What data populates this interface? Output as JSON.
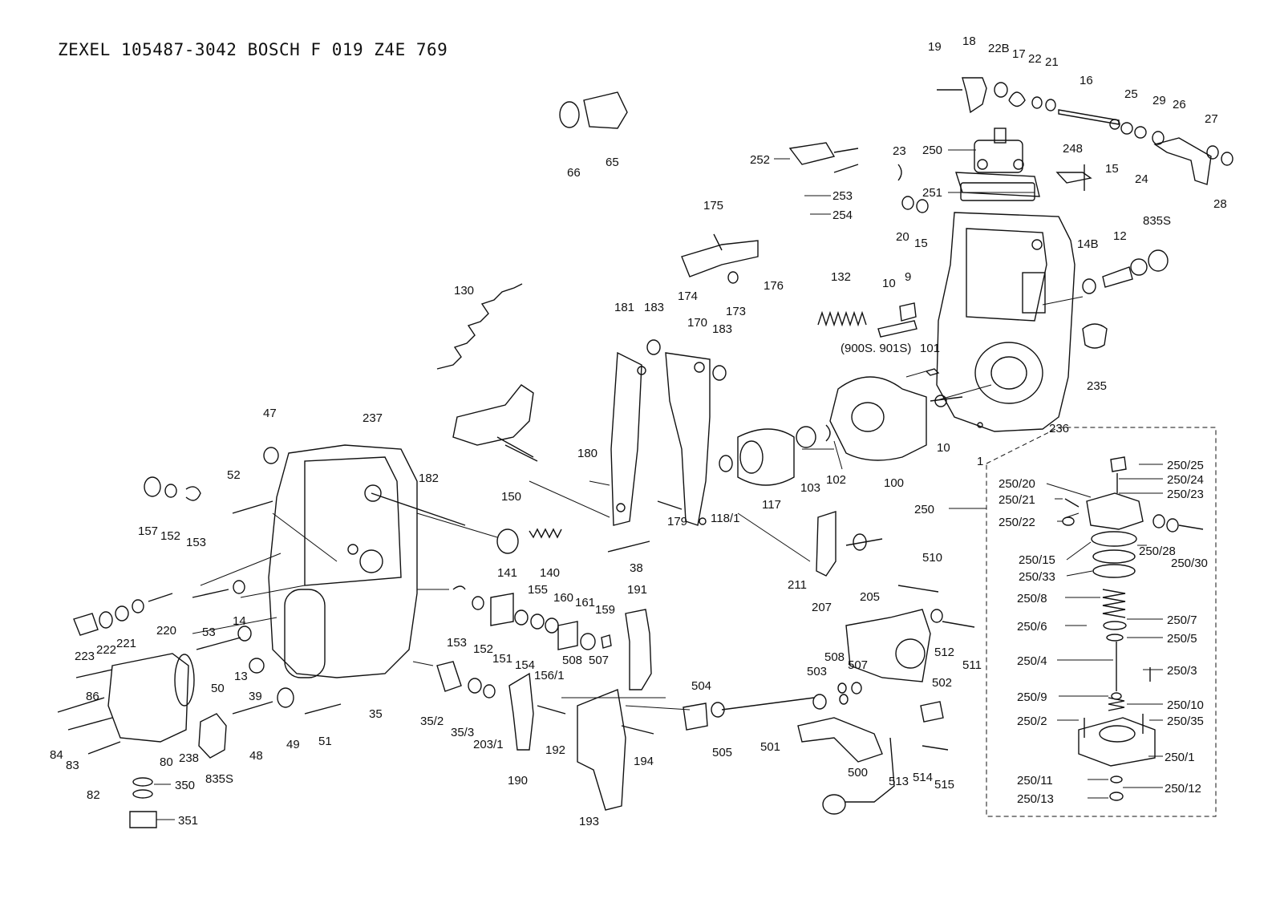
{
  "title": "ZEXEL  105487-3042  BOSCH  F 019 Z4E 769",
  "callouts": [
    {
      "id": "c19",
      "text": "19"
    },
    {
      "id": "c18",
      "text": "18"
    },
    {
      "id": "c22b",
      "text": "22B"
    },
    {
      "id": "c17",
      "text": "17"
    },
    {
      "id": "c22",
      "text": "22"
    },
    {
      "id": "c21",
      "text": "21"
    },
    {
      "id": "c16",
      "text": "16"
    },
    {
      "id": "c25",
      "text": "25"
    },
    {
      "id": "c29",
      "text": "29"
    },
    {
      "id": "c26",
      "text": "26"
    },
    {
      "id": "c27",
      "text": "27"
    },
    {
      "id": "c28",
      "text": "28"
    },
    {
      "id": "c24",
      "text": "24"
    },
    {
      "id": "c15a",
      "text": "15"
    },
    {
      "id": "c248",
      "text": "248"
    },
    {
      "id": "c250a",
      "text": "250"
    },
    {
      "id": "c23",
      "text": "23"
    },
    {
      "id": "c251",
      "text": "251"
    },
    {
      "id": "c20",
      "text": "20"
    },
    {
      "id": "c15b",
      "text": "15"
    },
    {
      "id": "c14b",
      "text": "14B"
    },
    {
      "id": "c12",
      "text": "12"
    },
    {
      "id": "c835s_a",
      "text": "835S"
    },
    {
      "id": "c252",
      "text": "252"
    },
    {
      "id": "c253",
      "text": "253"
    },
    {
      "id": "c254",
      "text": "254"
    },
    {
      "id": "c66",
      "text": "66"
    },
    {
      "id": "c65",
      "text": "65"
    },
    {
      "id": "c175",
      "text": "175"
    },
    {
      "id": "c176",
      "text": "176"
    },
    {
      "id": "c174",
      "text": "174"
    },
    {
      "id": "c173",
      "text": "173"
    },
    {
      "id": "c132",
      "text": "132"
    },
    {
      "id": "c10a",
      "text": "10"
    },
    {
      "id": "c9",
      "text": "9"
    },
    {
      "id": "c900s",
      "text": "(900S. 901S)"
    },
    {
      "id": "c101",
      "text": "101"
    },
    {
      "id": "c235",
      "text": "235"
    },
    {
      "id": "c130",
      "text": "130"
    },
    {
      "id": "c181",
      "text": "181"
    },
    {
      "id": "c183a",
      "text": "183"
    },
    {
      "id": "c170",
      "text": "170"
    },
    {
      "id": "c183b",
      "text": "183"
    },
    {
      "id": "c236",
      "text": "236"
    },
    {
      "id": "c10b",
      "text": "10"
    },
    {
      "id": "c1",
      "text": "1"
    },
    {
      "id": "c100",
      "text": "100"
    },
    {
      "id": "c102",
      "text": "102"
    },
    {
      "id": "c103",
      "text": "103"
    },
    {
      "id": "c117",
      "text": "117"
    },
    {
      "id": "c118_1",
      "text": "118/1"
    },
    {
      "id": "c180",
      "text": "180"
    },
    {
      "id": "c179",
      "text": "179"
    },
    {
      "id": "c150",
      "text": "150"
    },
    {
      "id": "c47",
      "text": "47"
    },
    {
      "id": "c237",
      "text": "237"
    },
    {
      "id": "c182",
      "text": "182"
    },
    {
      "id": "c52",
      "text": "52"
    },
    {
      "id": "c157",
      "text": "157"
    },
    {
      "id": "c152a",
      "text": "152"
    },
    {
      "id": "c153a",
      "text": "153"
    },
    {
      "id": "c141",
      "text": "141"
    },
    {
      "id": "c140",
      "text": "140"
    },
    {
      "id": "c38",
      "text": "38"
    },
    {
      "id": "c211",
      "text": "211"
    },
    {
      "id": "c207",
      "text": "207"
    },
    {
      "id": "c205",
      "text": "205"
    },
    {
      "id": "c510",
      "text": "510"
    },
    {
      "id": "c220",
      "text": "220"
    },
    {
      "id": "c223",
      "text": "223"
    },
    {
      "id": "c222",
      "text": "222"
    },
    {
      "id": "c221",
      "text": "221"
    },
    {
      "id": "c53",
      "text": "53"
    },
    {
      "id": "c14",
      "text": "14"
    },
    {
      "id": "c155",
      "text": "155"
    },
    {
      "id": "c160",
      "text": "160"
    },
    {
      "id": "c161",
      "text": "161"
    },
    {
      "id": "c159",
      "text": "159"
    },
    {
      "id": "c191",
      "text": "191"
    },
    {
      "id": "c153b",
      "text": "153"
    },
    {
      "id": "c152b",
      "text": "152"
    },
    {
      "id": "c151",
      "text": "151"
    },
    {
      "id": "c154",
      "text": "154"
    },
    {
      "id": "c156_1",
      "text": "156/1"
    },
    {
      "id": "c508a",
      "text": "508"
    },
    {
      "id": "c507a",
      "text": "507"
    },
    {
      "id": "c512",
      "text": "512"
    },
    {
      "id": "c511",
      "text": "511"
    },
    {
      "id": "c508b",
      "text": "508"
    },
    {
      "id": "c507b",
      "text": "507"
    },
    {
      "id": "c503",
      "text": "503"
    },
    {
      "id": "c502",
      "text": "502"
    },
    {
      "id": "c86",
      "text": "86"
    },
    {
      "id": "c13",
      "text": "13"
    },
    {
      "id": "c50",
      "text": "50"
    },
    {
      "id": "c39",
      "text": "39"
    },
    {
      "id": "c35",
      "text": "35"
    },
    {
      "id": "c504",
      "text": "504"
    },
    {
      "id": "c84",
      "text": "84"
    },
    {
      "id": "c83",
      "text": "83"
    },
    {
      "id": "c80",
      "text": "80"
    },
    {
      "id": "c238",
      "text": "238"
    },
    {
      "id": "c48",
      "text": "48"
    },
    {
      "id": "c49",
      "text": "49"
    },
    {
      "id": "c51",
      "text": "51"
    },
    {
      "id": "c35_2",
      "text": "35/2"
    },
    {
      "id": "c35_3",
      "text": "35/3"
    },
    {
      "id": "c203_1",
      "text": "203/1"
    },
    {
      "id": "c192",
      "text": "192"
    },
    {
      "id": "c194",
      "text": "194"
    },
    {
      "id": "c505",
      "text": "505"
    },
    {
      "id": "c501",
      "text": "501"
    },
    {
      "id": "c500",
      "text": "500"
    },
    {
      "id": "c513",
      "text": "513"
    },
    {
      "id": "c514",
      "text": "514"
    },
    {
      "id": "c515",
      "text": "515"
    },
    {
      "id": "c82",
      "text": "82"
    },
    {
      "id": "c835s_b",
      "text": "835S"
    },
    {
      "id": "c350",
      "text": "350"
    },
    {
      "id": "c351",
      "text": "351"
    },
    {
      "id": "c190",
      "text": "190"
    },
    {
      "id": "c193",
      "text": "193"
    },
    {
      "id": "c250_25",
      "text": "250/25"
    },
    {
      "id": "c250_24",
      "text": "250/24"
    },
    {
      "id": "c250_23",
      "text": "250/23"
    },
    {
      "id": "c250_20",
      "text": "250/20"
    },
    {
      "id": "c250_21",
      "text": "250/21"
    },
    {
      "id": "c250_22",
      "text": "250/22"
    },
    {
      "id": "c250b",
      "text": "250"
    },
    {
      "id": "c250_28",
      "text": "250/28"
    },
    {
      "id": "c250_30",
      "text": "250/30"
    },
    {
      "id": "c250_15",
      "text": "250/15"
    },
    {
      "id": "c250_33",
      "text": "250/33"
    },
    {
      "id": "c250_8",
      "text": "250/8"
    },
    {
      "id": "c250_7",
      "text": "250/7"
    },
    {
      "id": "c250_6",
      "text": "250/6"
    },
    {
      "id": "c250_5",
      "text": "250/5"
    },
    {
      "id": "c250_4",
      "text": "250/4"
    },
    {
      "id": "c250_3",
      "text": "250/3"
    },
    {
      "id": "c250_9",
      "text": "250/9"
    },
    {
      "id": "c250_10",
      "text": "250/10"
    },
    {
      "id": "c250_2",
      "text": "250/2"
    },
    {
      "id": "c250_35",
      "text": "250/35"
    },
    {
      "id": "c250_1",
      "text": "250/1"
    },
    {
      "id": "c250_11",
      "text": "250/11"
    },
    {
      "id": "c250_12",
      "text": "250/12"
    },
    {
      "id": "c250_13",
      "text": "250/13"
    }
  ]
}
